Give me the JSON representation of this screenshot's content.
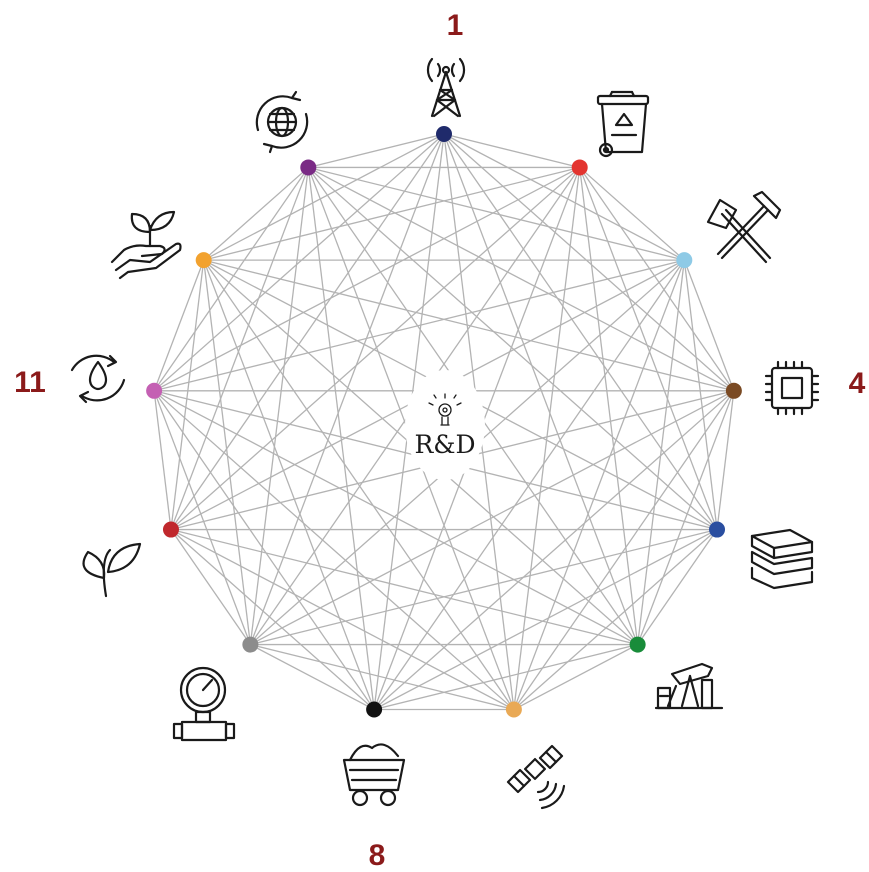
{
  "center": {
    "label": "R&D",
    "icon": "lightbulb-icon"
  },
  "node_numbers": [
    "1",
    "4",
    "8",
    "11"
  ],
  "edge_color": "#b3b3b3",
  "nodes": [
    {
      "id": 1,
      "icon": "cell-tower-icon",
      "color": "#1f2a6b"
    },
    {
      "id": 2,
      "icon": "recycling-bin-icon",
      "color": "#e3342f"
    },
    {
      "id": 3,
      "icon": "hammer-pick-icon",
      "color": "#8ecae6"
    },
    {
      "id": 4,
      "icon": "microchip-icon",
      "color": "#7a4a23"
    },
    {
      "id": 5,
      "icon": "books-icon",
      "color": "#2a4ea0"
    },
    {
      "id": 6,
      "icon": "oil-pump-icon",
      "color": "#198c3a"
    },
    {
      "id": 7,
      "icon": "satellite-icon",
      "color": "#e9a955"
    },
    {
      "id": 8,
      "icon": "mine-cart-icon",
      "color": "#111111"
    },
    {
      "id": 9,
      "icon": "pressure-gauge-icon",
      "color": "#8c8c8c"
    },
    {
      "id": 10,
      "icon": "leaf-icon",
      "color": "#c0282d"
    },
    {
      "id": 11,
      "icon": "water-cycle-icon",
      "color": "#c460b3"
    },
    {
      "id": 12,
      "icon": "plant-hand-icon",
      "color": "#f2a22f"
    },
    {
      "id": 13,
      "icon": "globe-cycle-icon",
      "color": "#7a2b85"
    }
  ]
}
